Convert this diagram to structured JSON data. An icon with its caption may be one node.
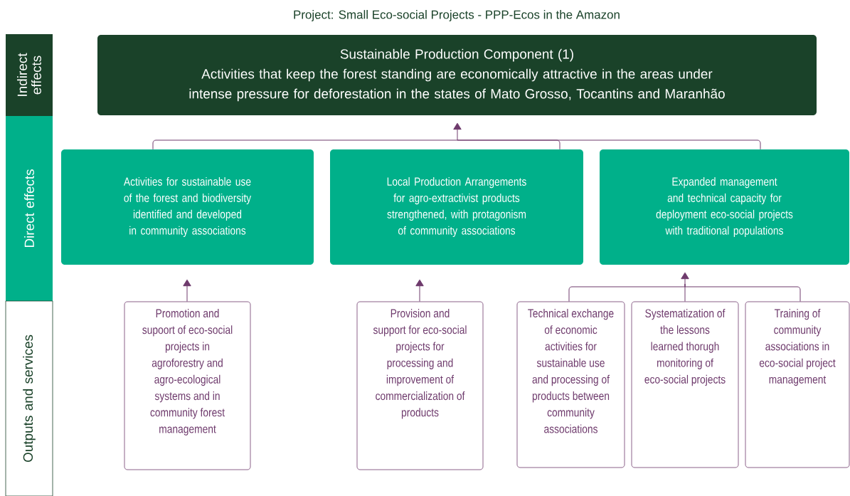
{
  "diagram": {
    "title": "Project: Small Eco-social Projects - PPP-Ecos in the Amazon",
    "nodes": [
      {
        "text": [
          "Indirect effects"
        ]
      },
      {
        "text": [
          "Direct effects"
        ]
      },
      {
        "text": [
          "Outputs and services"
        ]
      },
      {
        "text": [
          "Sustainable Production Component (1)",
          "Activities that keep the forest standing are economically attractive in the areas under intense pressure for deforestation in the states of Mato Grosso, Tocantins and Maranhão"
        ]
      },
      {
        "text": [
          "Activities for sustainable use of the forest and biodiversity identified and developed in community associations"
        ]
      },
      {
        "text": [
          "Local Production Arrangements for agro-extractivist products strengthened, with protagonism of community associations"
        ]
      },
      {
        "text": [
          "Expanded management and technical capacity for deployment eco-social projects with traditional populations"
        ]
      },
      {
        "text": [
          "Promotion and supoort of eco-social projects in agroforestry and agro-ecological systems and in community forest management"
        ]
      },
      {
        "text": [
          "Provision and support for eco-social projects for processing and improvement of commercialization of products"
        ]
      },
      {
        "text": [
          "Technical exchange of economic activities for sustainable use and processing of products between community associations"
        ]
      },
      {
        "text": [
          "Systematization of the lessons learned thorugh monitoring of eco-social projects"
        ]
      },
      {
        "text": [
          "Training of community associations in eco-social project management"
        ]
      }
    ],
    "edges": [
      {
        "from": 4,
        "to": 3,
        "arrow": "to"
      },
      {
        "from": 5,
        "to": 3,
        "arrow": "to"
      },
      {
        "from": 6,
        "to": 3,
        "arrow": "to"
      },
      {
        "from": 7,
        "to": 4,
        "arrow": "to"
      },
      {
        "from": 8,
        "to": 5,
        "arrow": "to"
      },
      {
        "from": 9,
        "to": 6,
        "arrow": "to"
      },
      {
        "from": 10,
        "to": 6,
        "arrow": "to"
      },
      {
        "from": 11,
        "to": 6,
        "arrow": "to"
      }
    ]
  }
}
